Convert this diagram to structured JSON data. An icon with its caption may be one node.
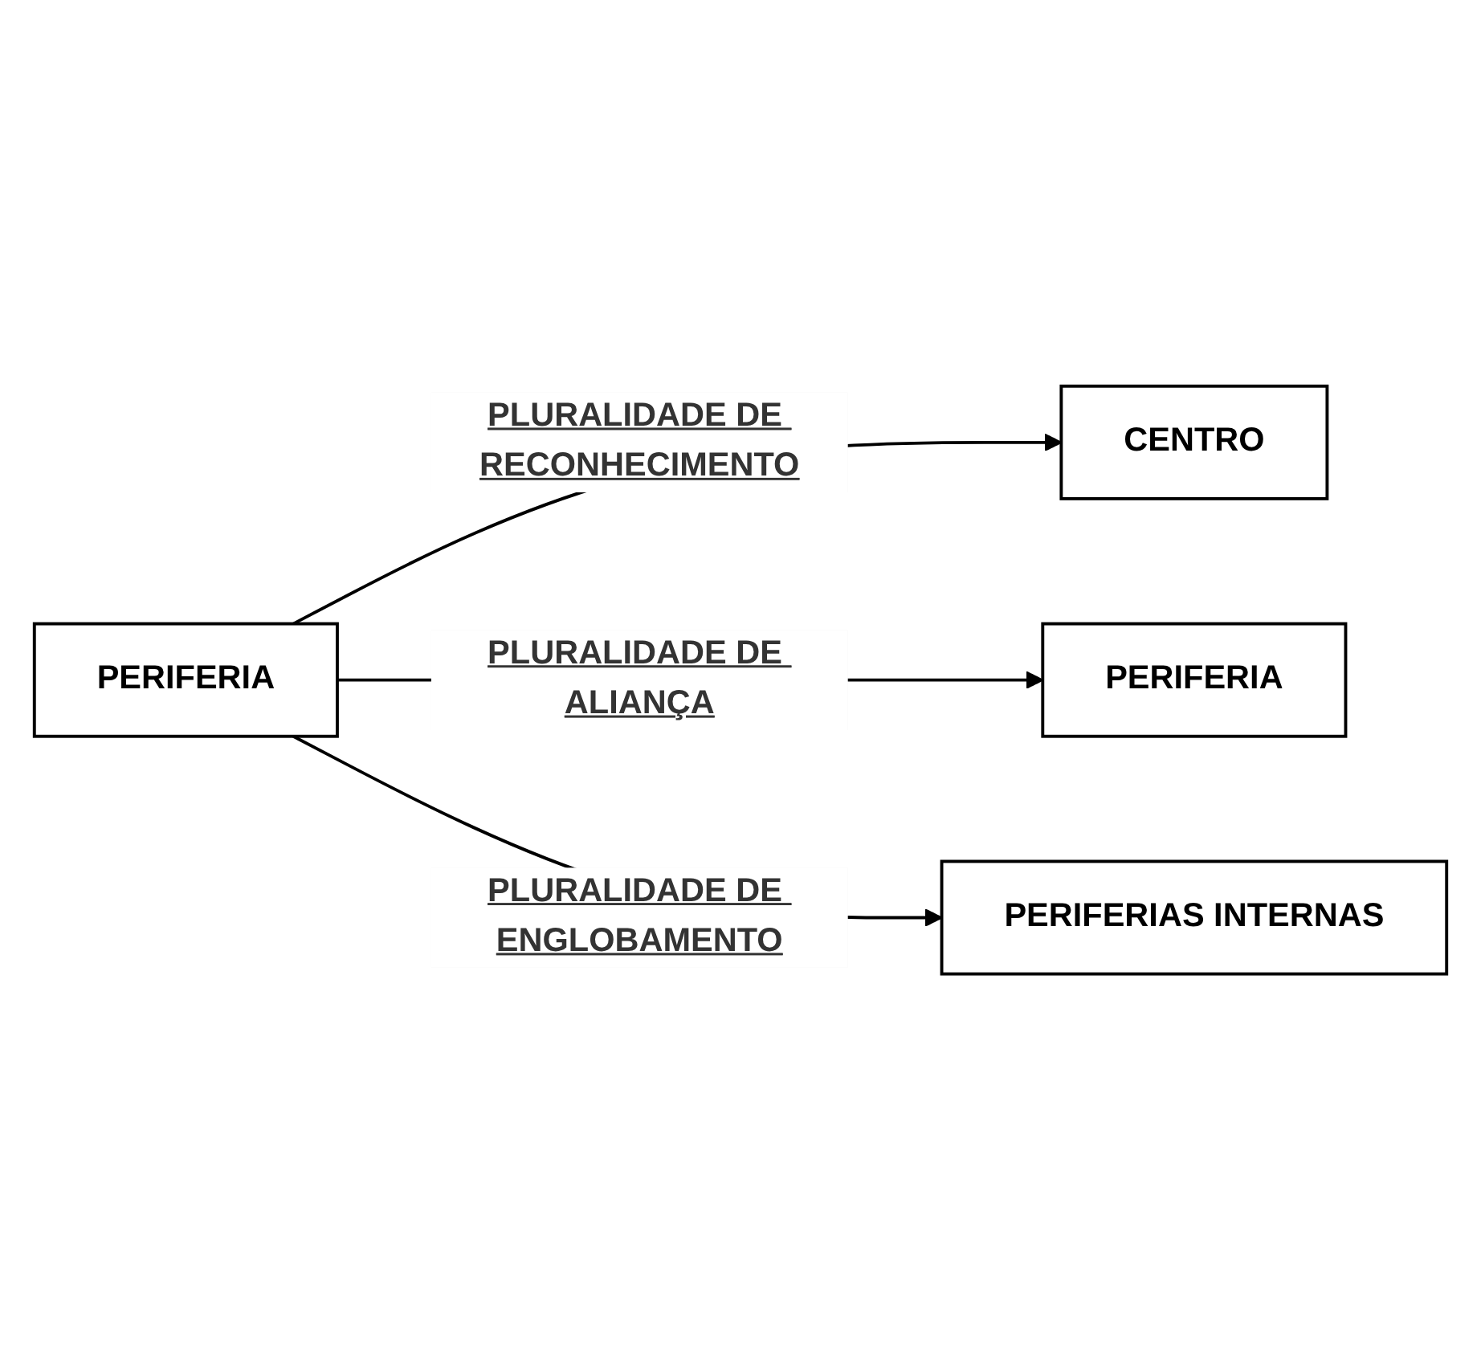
{
  "diagram": {
    "nodes": [
      {
        "text": [
          "CENTRO"
        ]
      },
      {
        "text": [
          "PERIFERIA"
        ]
      },
      {
        "text": [
          "PERIFERIA"
        ]
      },
      {
        "text": [
          "PERIFERIAS INTERNAS"
        ]
      }
    ],
    "edges": [
      {
        "from": 1,
        "to": 0,
        "arrow": "to",
        "label": "PLURALIDADE DE RECONHECIMENTO"
      },
      {
        "from": 1,
        "to": 2,
        "arrow": "to",
        "label": "PLURALIDADE DE ALIANÇA"
      },
      {
        "from": 1,
        "to": 3,
        "arrow": "to",
        "label": "PLURALIDADE DE ENGLOBAMENTO"
      }
    ]
  }
}
